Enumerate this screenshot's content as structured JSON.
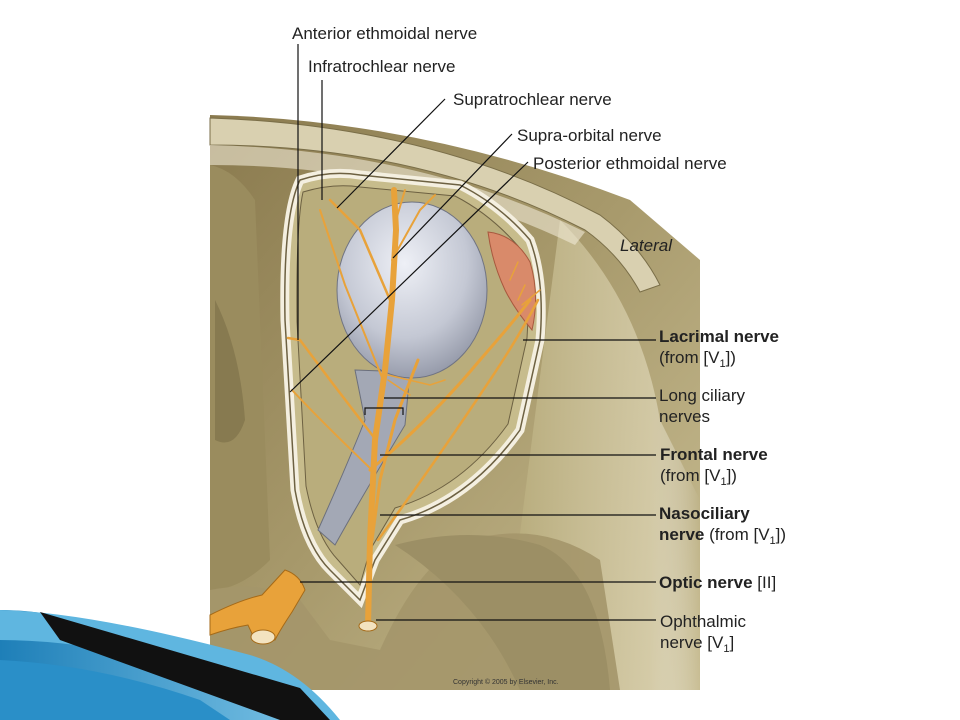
{
  "labels": {
    "anterior_ethmoidal": "Anterior ethmoidal nerve",
    "infratrochlear": "Infratrochlear nerve",
    "supratrochlear": "Supratrochlear nerve",
    "supra_orbital": "Supra-orbital nerve",
    "posterior_ethmoidal": "Posterior ethmoidal nerve",
    "lateral": "Lateral",
    "lacrimal": {
      "name": "Lacrimal  nerve",
      "pre": "(from [V",
      "sub": "1",
      "post": "])"
    },
    "long_ciliary": {
      "line1": "Long ciliary",
      "line2": "nerves"
    },
    "frontal": {
      "name": "Frontal  nerve",
      "pre": "(from [V",
      "sub": "1",
      "post": "])"
    },
    "nasociliary": {
      "name": "Nasociliary",
      "name2": "nerve",
      "pre": " (from [V",
      "sub": "1",
      "post": "])"
    },
    "optic": {
      "name": "Optic  nerve",
      "suffix": " [II]"
    },
    "ophthalmic": {
      "line1": "Ophthalmic",
      "pre": "nerve [V",
      "sub": "1",
      "post": "]"
    }
  },
  "copyright": "Copyright © 2005 by Elsevier, Inc.",
  "colors": {
    "nerve": "#e8a23a",
    "bone": "#a89a6a",
    "orbit_floor": "#b5a978",
    "eyeball": "#c9ccd6",
    "gland": "#d98a6a",
    "deco_blue": "#2a8fc8",
    "deco_black": "#111111"
  }
}
